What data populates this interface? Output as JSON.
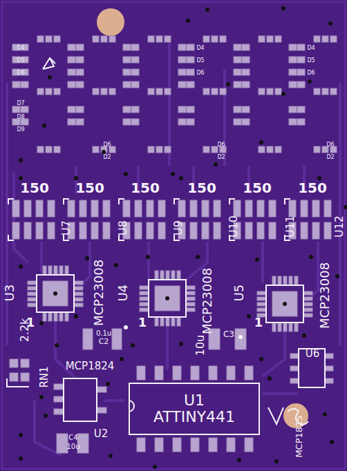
{
  "diagram": {
    "nodes": [
      {
        "text": [
          "U1",
          "ATTINY441"
        ]
      }
    ],
    "labels": [
      "150",
      "150",
      "150",
      "150",
      "150",
      "150",
      "U7",
      "U8",
      "U9",
      "U10",
      "U11",
      "U12",
      "U3",
      "U4",
      "U5",
      "MCP23008",
      "MCP23008",
      "MCP23008",
      "1",
      "1",
      "1",
      "2.2k",
      "RN1",
      "C2",
      "0.1u",
      "10u",
      "C3",
      "MCP1824",
      "U6",
      "U2",
      "C4",
      "10u",
      "MCP1825",
      "D4",
      "D5",
      "D6",
      "D7",
      "D8",
      "D9",
      "D6",
      "D2",
      "D4",
      "D5",
      "D6",
      "D6",
      "D2",
      "D4",
      "D5",
      "D6",
      "D6",
      "D2"
    ]
  }
}
